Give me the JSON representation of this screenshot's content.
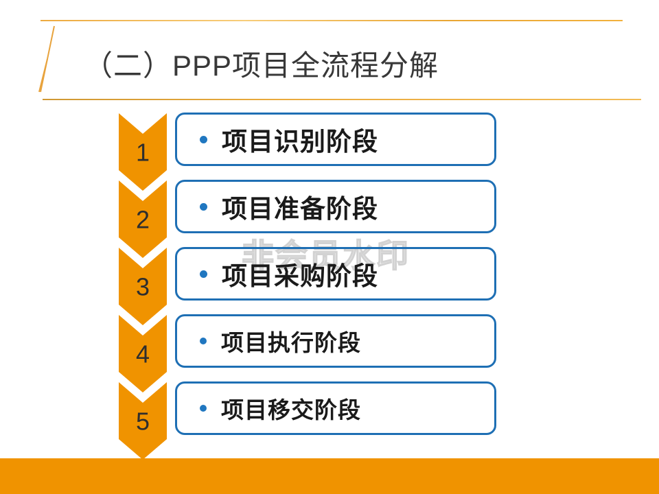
{
  "slide": {
    "title": "（二）PPP项目全流程分解",
    "watermark": "非会员水印"
  },
  "process": {
    "stages": [
      {
        "number": "1",
        "label": "项目识别阶段"
      },
      {
        "number": "2",
        "label": "项目准备阶段"
      },
      {
        "number": "3",
        "label": "项目采购阶段"
      },
      {
        "number": "4",
        "label": "项目执行阶段"
      },
      {
        "number": "5",
        "label": "项目移交阶段"
      }
    ]
  },
  "colors": {
    "chevron_orange": "#f09300",
    "bottom_band_orange": "#f09300",
    "box_border_blue": "#1e6fb4",
    "bullet_blue": "#2077c0",
    "accent_gold": "#e8a33d",
    "title_text": "#383838",
    "stage_text": "#1a1a1a",
    "chevron_number_text": "#2e2e2e",
    "watermark_gray": "#d2d2d2"
  }
}
